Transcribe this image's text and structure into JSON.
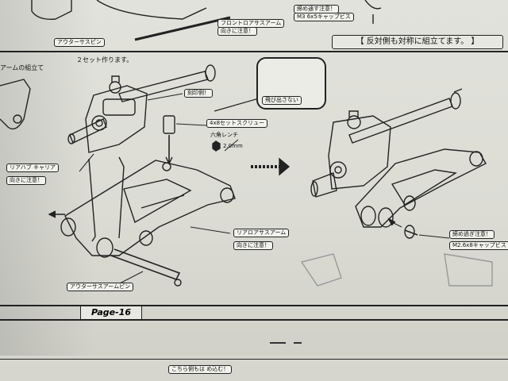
{
  "top_labels": {
    "pin_label": "アウターサスピン",
    "caution_top": "フロントロアサスアーム",
    "caution_top_2": "向きに注意！",
    "screw_top": "締め通す注意！",
    "screw_top_2": "M3 6x5キャップビス"
  },
  "banner": "【 反対側も対称に組立てます。 】",
  "section": {
    "title": "アームの組立て",
    "sets": "２セット作ります。"
  },
  "callouts": {
    "engraved": "刻印側！",
    "no_protrude": "飛び出さない",
    "setscrew": "4x8セットスクリュー",
    "hex_wrench": "六角レンチ",
    "hex_size": "2.0mm",
    "rear_hub": "リアハブ キャリア",
    "rear_hub_caution": "向きに注意！",
    "lower_arm": "リアロアサスアーム",
    "lower_arm_caution": "向きに注意！",
    "outer_pin": "アウターサスアームピン",
    "tighten": "締め過ぎ注意！",
    "cap_screw": "M2.6x8キャップビス"
  },
  "page_label": "Page-16",
  "bottom_strip": "こちら側もは め込む！",
  "colors": {
    "line": "#222222",
    "paper": "#e2e2dc"
  }
}
